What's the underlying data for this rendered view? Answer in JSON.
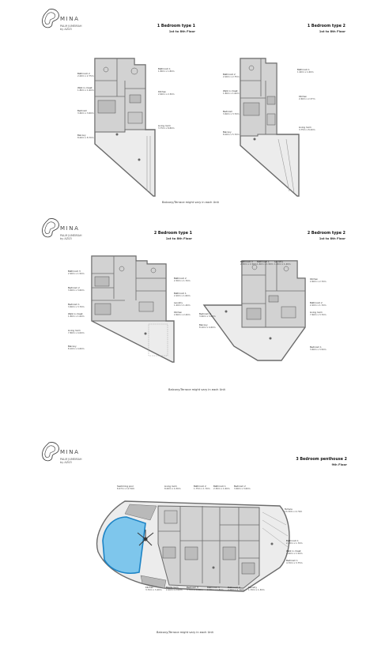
{
  "brand": {
    "name": "MINA",
    "subtitle_line1": "PALM JUMEIRAH",
    "subtitle_line2": "by AZIZI"
  },
  "note": "Balcony/Terrace might vary in each Unit",
  "colors": {
    "wall": "#6b6b6b",
    "floor": "#d0d0d0",
    "balcony": "#ebebeb",
    "pool": "#7ec6ec",
    "pool_edge": "#1d84c6"
  },
  "section1": {
    "plans": [
      {
        "title": "1 Bedroom type 1",
        "floor": "1st to 8th Floor",
        "labels": [
          {
            "name": "Bathroom 1",
            "dims": "1.80m x 1.80m"
          },
          {
            "name": "Bathroom 2",
            "dims": "2.00m x 2.75m"
          },
          {
            "name": "Walk in closet",
            "dims": "1.80m x 1.60m"
          },
          {
            "name": "Kitchen",
            "dims": "2.60m x 2.30m"
          },
          {
            "name": "Bedroom",
            "dims": "3.60m x 3.60m"
          },
          {
            "name": "Living room",
            "dims": "3.75m x 8.80m"
          },
          {
            "name": "Balcony",
            "dims": "8.00m x 8.70m"
          }
        ]
      },
      {
        "title": "1 Bedroom type 2",
        "floor": "1st to 8th Floor",
        "labels": [
          {
            "name": "Bathroom 1",
            "dims": "1.90m x 1.60m"
          },
          {
            "name": "Bathroom 2",
            "dims": "2.00m x 2.75m"
          },
          {
            "name": "Walk in closet",
            "dims": "1.80m x 1.60m"
          },
          {
            "name": "Kitchen",
            "dims": "2.60m x 2.37m"
          },
          {
            "name": "Bedroom",
            "dims": "3.60m x 3.70m"
          },
          {
            "name": "Living room",
            "dims": "3.75m x 8.20m"
          },
          {
            "name": "Balcony",
            "dims": "8.00m x 5.70m"
          }
        ]
      }
    ]
  },
  "section2": {
    "plans": [
      {
        "title": "2 Bedroom type 1",
        "floor": "1st to 8th Floor",
        "labels_left": [
          {
            "name": "Bathroom 3",
            "dims": "2.90m x 1.50m"
          },
          {
            "name": "Bedroom 2",
            "dims": "3.60m x 3.60m"
          },
          {
            "name": "Bedroom 1",
            "dims": "3.60m x 3.70m"
          },
          {
            "name": "Walk in closet",
            "dims": "1.80m x 1.60m"
          },
          {
            "name": "Living room",
            "dims": "7.80m x 4.00m"
          },
          {
            "name": "Balcony",
            "dims": "8.10m x 4.60m"
          }
        ],
        "labels_right": [
          {
            "name": "Bathroom 2",
            "dims": "2.30m x 1.70m"
          },
          {
            "name": "Bathroom 1",
            "dims": "2.20m x 1.60m"
          },
          {
            "name": "Laundry",
            "dims": "1.20m x 1.40m"
          },
          {
            "name": "Kitchen",
            "dims": "2.60m x 2.40m"
          }
        ]
      },
      {
        "title": "2 Bedroom type 2",
        "floor": "1st to 8th Floor",
        "labels_top": [
          {
            "name": "Bathroom 3",
            "dims": "2.30m x 1.50m"
          },
          {
            "name": "Bathroom 1",
            "dims": "1.60m x 1.50m"
          },
          {
            "name": "Laundry",
            "dims": "1.20m x 1.40m"
          }
        ],
        "labels_left": [
          {
            "name": "Bedroom 2",
            "dims": "3.60m x 3.60m"
          },
          {
            "name": "Balcony",
            "dims": "8.10m x 4.60m"
          }
        ],
        "labels_right": [
          {
            "name": "Kitchen",
            "dims": "2.60m x 2.70m"
          },
          {
            "name": "Bathroom 2",
            "dims": "2.20m x 1.70m"
          },
          {
            "name": "Living room",
            "dims": "7.60m x 3.70m"
          },
          {
            "name": "Bedroom 1",
            "dims": "3.60m x 3.50m"
          }
        ]
      }
    ]
  },
  "section3": {
    "plan": {
      "title": "3 Bedroom penthouse 2",
      "floor": "9th Floor",
      "labels_top": [
        {
          "name": "Swimming pool",
          "dims": "8.47m x 11.50m"
        },
        {
          "name": "Living room",
          "dims": "8.00m x 4.30m"
        },
        {
          "name": "Bathroom 2",
          "dims": "1.75m x 1.70m"
        },
        {
          "name": "Bathroom 1",
          "dims": "2.30m x 1.60m"
        },
        {
          "name": "Bedroom 2",
          "dims": "3.60m x 3.60m"
        }
      ],
      "labels_right": [
        {
          "name": "Terrace",
          "dims": "13.30m x 4.70m"
        },
        {
          "name": "Bathroom 1",
          "dims": "2.20m x 1.70m"
        },
        {
          "name": "Walk in closet",
          "dims": "2.00m x 1.50m"
        },
        {
          "name": "Bedroom 1",
          "dims": "4.70m x 3.75m"
        }
      ],
      "labels_bottom": [
        {
          "name": "Kitchen",
          "dims": "3.70m x 3.40m"
        },
        {
          "name": "Maids room",
          "dims": "2.40m x 2.00m"
        },
        {
          "name": "Bedroom 3",
          "dims": "3.70m x 3.40m"
        },
        {
          "name": "Bathroom 3",
          "dims": "2.30m x 1.80m"
        },
        {
          "name": "Bathroom 4",
          "dims": "2.00m x 1.70m"
        },
        {
          "name": "Laundry",
          "dims": "1.70m x 1.30m"
        }
      ]
    }
  }
}
